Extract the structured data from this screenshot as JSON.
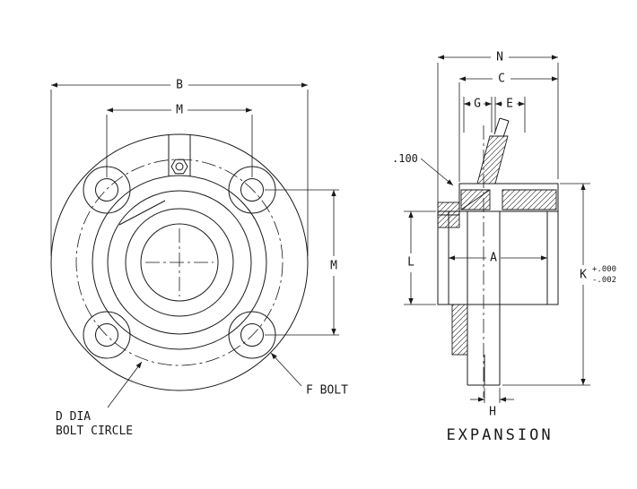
{
  "front": {
    "dim_b": "B",
    "dim_m_top": "M",
    "dim_m_side": "M",
    "f_bolt_label": "F BOLT",
    "d_dia_line1": "D DIA",
    "d_dia_line2": "BOLT CIRCLE"
  },
  "section": {
    "dim_n": "N",
    "dim_c": "C",
    "dim_g": "G",
    "dim_e": "E",
    "dim_point1": ".100",
    "dim_l": "L",
    "dim_a": "A",
    "dim_k": "K",
    "k_tol_plus": "+.000",
    "k_tol_minus": "-.002",
    "dim_h": "H",
    "caption": "EXPANSION"
  },
  "colors": {
    "line": "#1a1a1a",
    "background": "#ffffff"
  }
}
